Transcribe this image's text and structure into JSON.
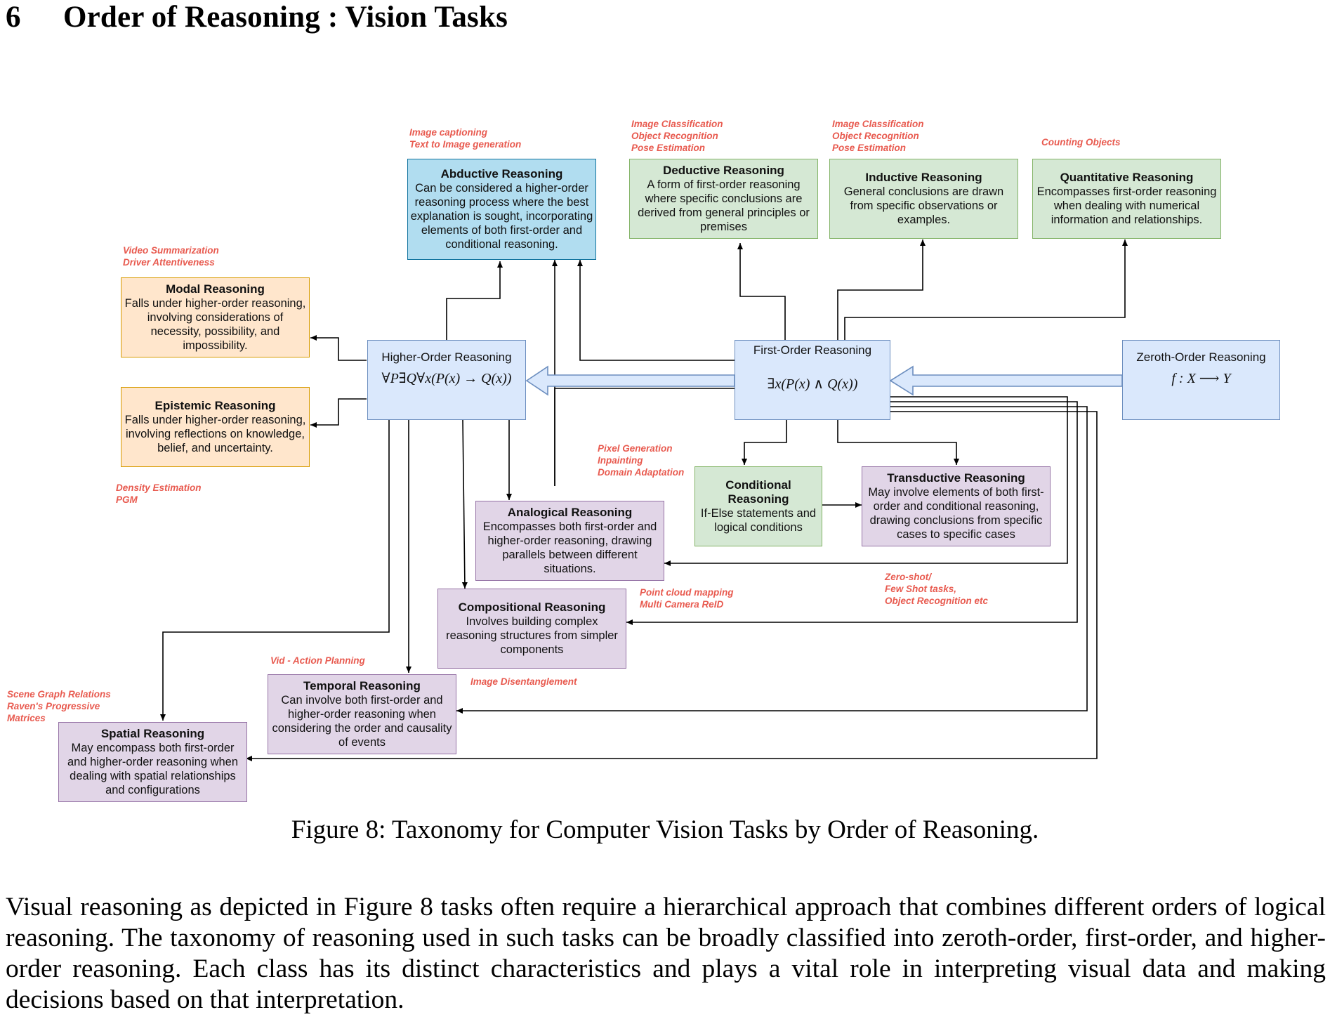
{
  "section": {
    "number": "6",
    "title": "Order of Reasoning : Vision Tasks"
  },
  "figure": {
    "boxes": {
      "abductive": {
        "title": "Abductive Reasoning",
        "desc": "Can be considered a higher-order reasoning process where the best explanation is sought, incorporating elements of both first-order and conditional reasoning."
      },
      "deductive": {
        "title": "Deductive Reasoning",
        "desc": "A form of first-order reasoning where specific conclusions are derived from general principles or premises"
      },
      "inductive": {
        "title": "Inductive Reasoning",
        "desc": "General conclusions are drawn from specific observations or examples."
      },
      "quantitative": {
        "title": "Quantitative Reasoning",
        "desc": "Encompasses first-order reasoning when dealing with numerical information and relationships."
      },
      "modal": {
        "title": "Modal Reasoning",
        "desc": "Falls under higher-order reasoning, involving considerations of necessity, possibility, and impossibility."
      },
      "epistemic": {
        "title": "Epistemic Reasoning",
        "desc": "Falls under higher-order reasoning, involving reflections on knowledge, belief, and uncertainty."
      },
      "higher_order": {
        "title": "Higher-Order Reasoning",
        "formula": "∀P∃Q∀x(P(x) → Q(x))"
      },
      "first_order": {
        "title": "First-Order Reasoning",
        "formula": "∃x(P(x) ∧ Q(x))"
      },
      "zeroth_order": {
        "title": "Zeroth-Order Reasoning",
        "formula": "f : X ⟶ Y"
      },
      "conditional": {
        "title": "Conditional Reasoning",
        "desc": "If-Else statements and logical conditions"
      },
      "transductive": {
        "title": "Transductive Reasoning",
        "desc": "May involve elements of both first-order and conditional reasoning, drawing conclusions from specific cases to specific cases"
      },
      "analogical": {
        "title": "Analogical Reasoning",
        "desc": "Encompasses both first-order and higher-order reasoning, drawing parallels between different situations."
      },
      "compositional": {
        "title": "Compositional Reasoning",
        "desc": "Involves building complex reasoning structures from simpler components"
      },
      "temporal": {
        "title": "Temporal Reasoning",
        "desc": "Can involve both first-order and higher-order reasoning when considering the order and causality of events"
      },
      "spatial": {
        "title": "Spatial Reasoning",
        "desc": "May encompass both first-order and higher-order reasoning when dealing with spatial relationships and configurations"
      }
    },
    "annotations": {
      "abductive": [
        "Image captioning",
        "Text to Image generation"
      ],
      "deductive": [
        "Image Classification",
        "Object Recognition",
        "Pose Estimation"
      ],
      "inductive": [
        "Image Classification",
        "Object Recognition",
        "Pose Estimation"
      ],
      "quantitative": [
        "Counting Objects"
      ],
      "modal": [
        "Video Summarization",
        "Driver Attentiveness"
      ],
      "epistemic": [
        "Density Estimation",
        "PGM"
      ],
      "conditional": [
        "Pixel Generation",
        "Inpainting",
        "Domain Adaptation"
      ],
      "transductive": [
        "Zero-shot/",
        "Few Shot tasks,",
        "Object Recognition etc"
      ],
      "compositional": [
        "Point cloud mapping",
        "Multi Camera ReID"
      ],
      "temporal": [
        "Vid - Action Planning"
      ],
      "analogical": [
        "Image Disentanglement"
      ],
      "spatial": [
        "Scene Graph Relations",
        "Raven's Progressive",
        "Matrices"
      ]
    }
  },
  "caption": "Figure 8: Taxonomy for Computer Vision Tasks by Order of Reasoning.",
  "paragraph": "Visual reasoning as depicted in Figure 8 tasks often require a hierarchical approach that combines different orders of logical reasoning. The taxonomy of reasoning used in such tasks can be broadly classified into zeroth-order, first-order, and higher-order reasoning. Each class has its distinct characteristics and plays a vital role in interpreting visual data and making decisions based on that interpretation."
}
